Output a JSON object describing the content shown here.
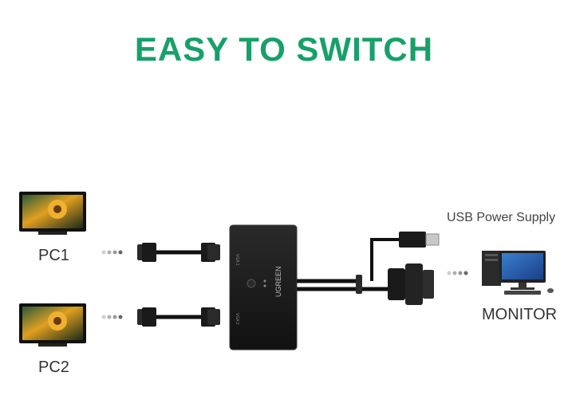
{
  "headline": "EASY TO SWITCH",
  "pc1_label": "PC1",
  "pc2_label": "PC2",
  "usb_label": "USB Power Supply",
  "monitor_label": "MONITOR",
  "brand_text": "UGREEN",
  "port_label_1": "VGA 1",
  "port_label_2": "VGA 2",
  "colors": {
    "headline": "#18a06a",
    "device_body": "#1c1c1c",
    "cable": "#111111"
  }
}
